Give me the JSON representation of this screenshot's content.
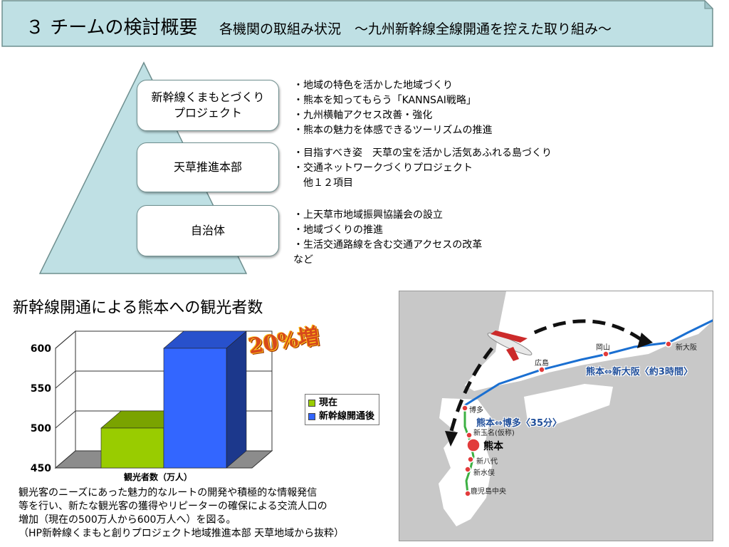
{
  "header": {
    "title": "３ チームの検討概要",
    "subtitle": "各機関の取組み状況　～九州新幹線全線開通を控えた取り組み～",
    "bg_color": "#bfe0e4"
  },
  "pyramid": {
    "color": "#bfe0e4",
    "tiers": [
      {
        "label_line1": "新幹線くまもとづくり",
        "label_line2": "プロジェクト",
        "bullets": [
          "・地域の特色を活かした地域づくり",
          "・熊本を知ってもらう「KANNSAI戦略」",
          "・九州横軸アクセス改善・強化",
          "・熊本の魅力を体感できるツーリズムの推進"
        ]
      },
      {
        "label_line1": "天草推進本部",
        "bullets": [
          "・目指すべき姿　天草の宝を活かし活気あふれる島づくり",
          "・交通ネットワークづくりプロジェクト",
          "　他１２項目"
        ]
      },
      {
        "label_line1": "自治体",
        "bullets": [
          "・上天草市地域振興協議会の設立",
          "・地域づくりの推進",
          "・生活交通路線を含む交通アクセスの改革",
          "など"
        ]
      }
    ]
  },
  "chart_section": {
    "title": "新幹線開通による熊本への観光者数",
    "badge": "20%増"
  },
  "chart_data": {
    "type": "bar",
    "categories": [
      "観光者数（万人）"
    ],
    "series": [
      {
        "name": "現在",
        "values": [
          500
        ],
        "color": "#99cc00"
      },
      {
        "name": "新幹線開通後",
        "values": [
          600
        ],
        "color": "#3366ff"
      }
    ],
    "xlabel": "観光者数（万人）",
    "ylabel": "",
    "ylim": [
      450,
      600
    ],
    "yticks": [
      450,
      500,
      550,
      600
    ],
    "grid": true,
    "legend": "right"
  },
  "description": {
    "lines": [
      "観光客のニーズにあった魅力的なルートの開発や積極的な情報発信",
      "等を行い、新たな観光客の獲得やリピーターの確保による交流人口の",
      "増加（現在の500万人から600万人へ）を図る。",
      "（HP新幹線くまもと創りプロジェクト地域推進本部 天草地域から抜粋）"
    ]
  },
  "map": {
    "stations": {
      "shin_osaka": "新大阪",
      "okayama": "岡山",
      "hiroshima": "広島",
      "hakata": "博多",
      "shin_tamana": "新玉名(仮称)",
      "kumamoto": "熊本",
      "shin_yatsushiro": "新八代",
      "shin_minamata": "新水俣",
      "kagoshima_chuo": "鹿児島中央"
    },
    "routes": {
      "to_osaka": "熊本⇔新大阪〈約3時間〉",
      "to_hakata": "熊本⇔博多〈35分〉"
    },
    "line_color": "#1a6fd1",
    "kyushu_line_color": "#3cb043"
  }
}
